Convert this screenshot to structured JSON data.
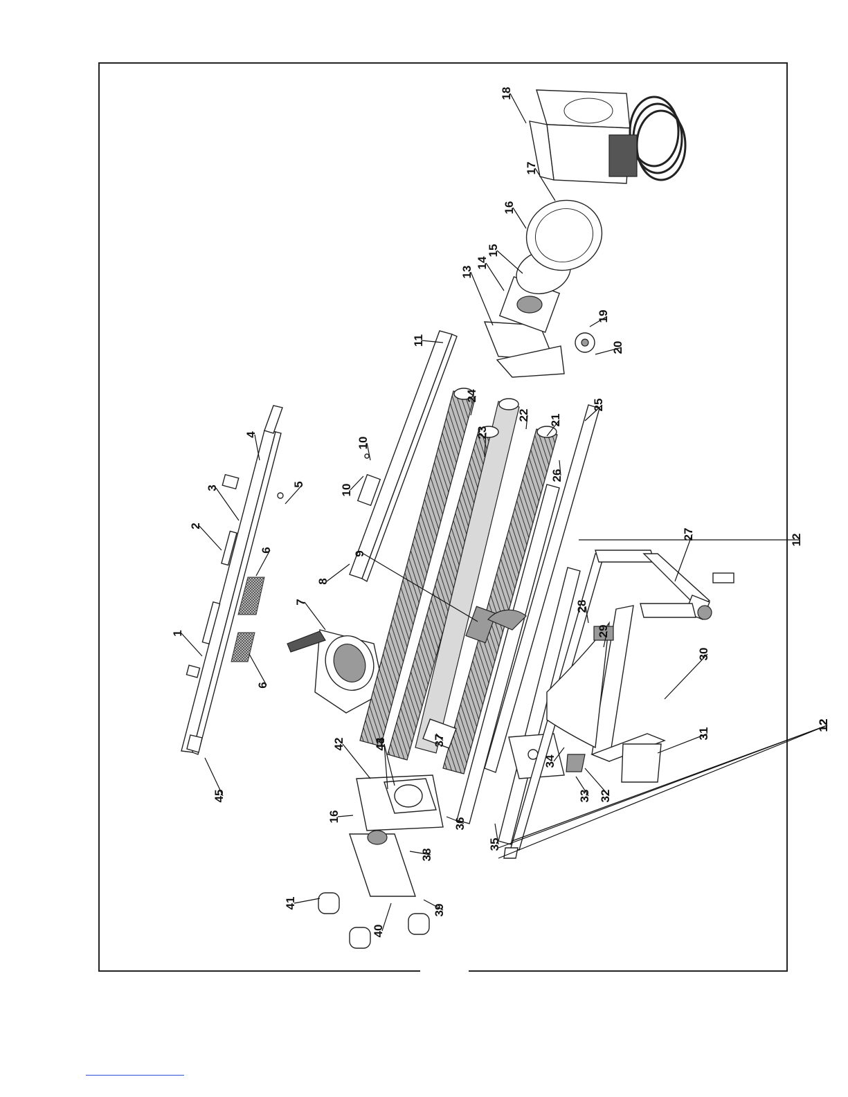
{
  "diagram": {
    "callouts": [
      "1",
      "2",
      "3",
      "4",
      "5",
      "6",
      "6",
      "7",
      "8",
      "9",
      "10",
      "10",
      "11",
      "12",
      "12",
      "12",
      "12",
      "13",
      "14",
      "15",
      "16",
      "16",
      "17",
      "18",
      "19",
      "20",
      "21",
      "22",
      "23",
      "24",
      "25",
      "26",
      "27",
      "28",
      "29",
      "30",
      "31",
      "32",
      "33",
      "34",
      "35",
      "36",
      "37",
      "38",
      "39",
      "40",
      "41",
      "42",
      "43",
      "44",
      "45"
    ]
  }
}
